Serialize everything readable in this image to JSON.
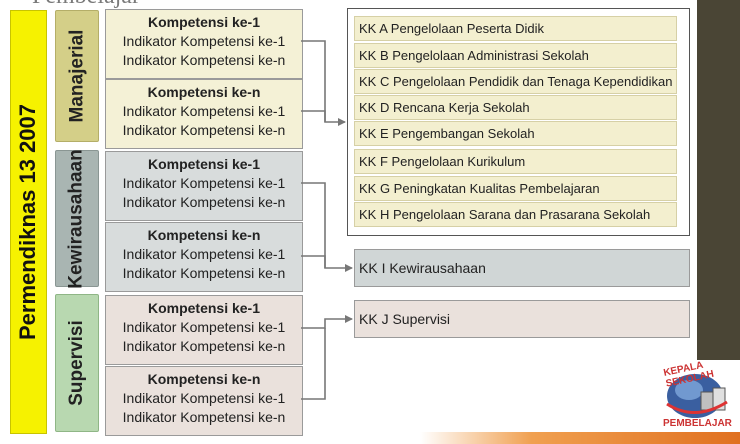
{
  "slide_title_partial": "Pembelajar",
  "spine_label": "Permendiknas 13 2007",
  "categories": {
    "manajerial": "Manajerial",
    "kewirausahaan": "Kewirausahaan",
    "supervisi": "Supervisi"
  },
  "competency_boxes": [
    {
      "title": "Kompetensi ke-1",
      "line1": "Indikator Kompetensi ke-1",
      "line2": "Indikator Kompetensi ke-n"
    },
    {
      "title": "Kompetensi ke-n",
      "line1": "Indikator Kompetensi ke-1",
      "line2": "Indikator Kompetensi ke-n"
    },
    {
      "title": "Kompetensi ke-1",
      "line1": "Indikator Kompetensi ke-1",
      "line2": "Indikator Kompetensi ke-n"
    },
    {
      "title": "Kompetensi ke-n",
      "line1": "Indikator Kompetensi ke-1",
      "line2": "Indikator Kompetensi ke-n"
    },
    {
      "title": "Kompetensi ke-1",
      "line1": "Indikator Kompetensi ke-1",
      "line2": "Indikator Kompetensi ke-n"
    },
    {
      "title": "Kompetensi ke-n",
      "line1": "Indikator Kompetensi ke-1",
      "line2": "Indikator Kompetensi ke-n"
    }
  ],
  "kk_items": [
    "KK A Pengelolaan Peserta Didik",
    "KK B Pengelolaan Administrasi Sekolah",
    "KK C Pengelolaan Pendidik dan Tenaga Kependidikan",
    "KK D Rencana Kerja Sekolah",
    "KK E Pengembangan Sekolah",
    "KK F Pengelolaan Kurikulum",
    "KK G Peningkatan Kualitas Pembelajaran",
    "KK H Pengelolaan Sarana dan Prasarana Sekolah"
  ],
  "kk_kewirausahaan": "KK I Kewirausahaan",
  "kk_supervisi": "KK J Supervisi",
  "logo": {
    "top_text": "KEPALA SEKOLAH",
    "bottom_text": "PEMBELAJAR"
  },
  "colors": {
    "spine": "#f6f200",
    "manajerial": "#d4cf88",
    "kewirausahaan": "#a9b5b2",
    "supervisi": "#b8d8b0",
    "kk_item": "#f3efcf"
  }
}
